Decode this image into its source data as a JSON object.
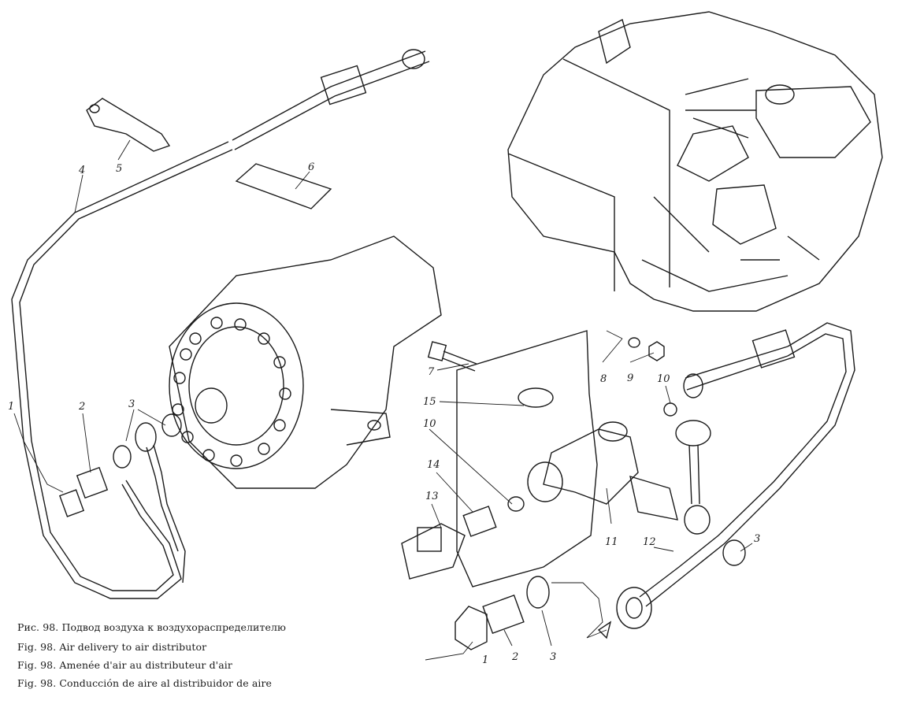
{
  "figure": {
    "captions": [
      "Рис. 98. Подвод воздуха к воздухораспределителю",
      "Fig. 98. Air delivery to air distributor",
      "Fig. 98. Amenée d'air au distributeur d'air",
      "Fig. 98. Conducción de aire al distribuidor de aire"
    ],
    "callouts": [
      "1",
      "2",
      "3",
      "4",
      "5",
      "6",
      "7",
      "8",
      "9",
      "10",
      "11",
      "12",
      "13",
      "14",
      "15"
    ],
    "callouts_right": [
      "10",
      "3",
      "1",
      "2",
      "3",
      "10"
    ]
  }
}
